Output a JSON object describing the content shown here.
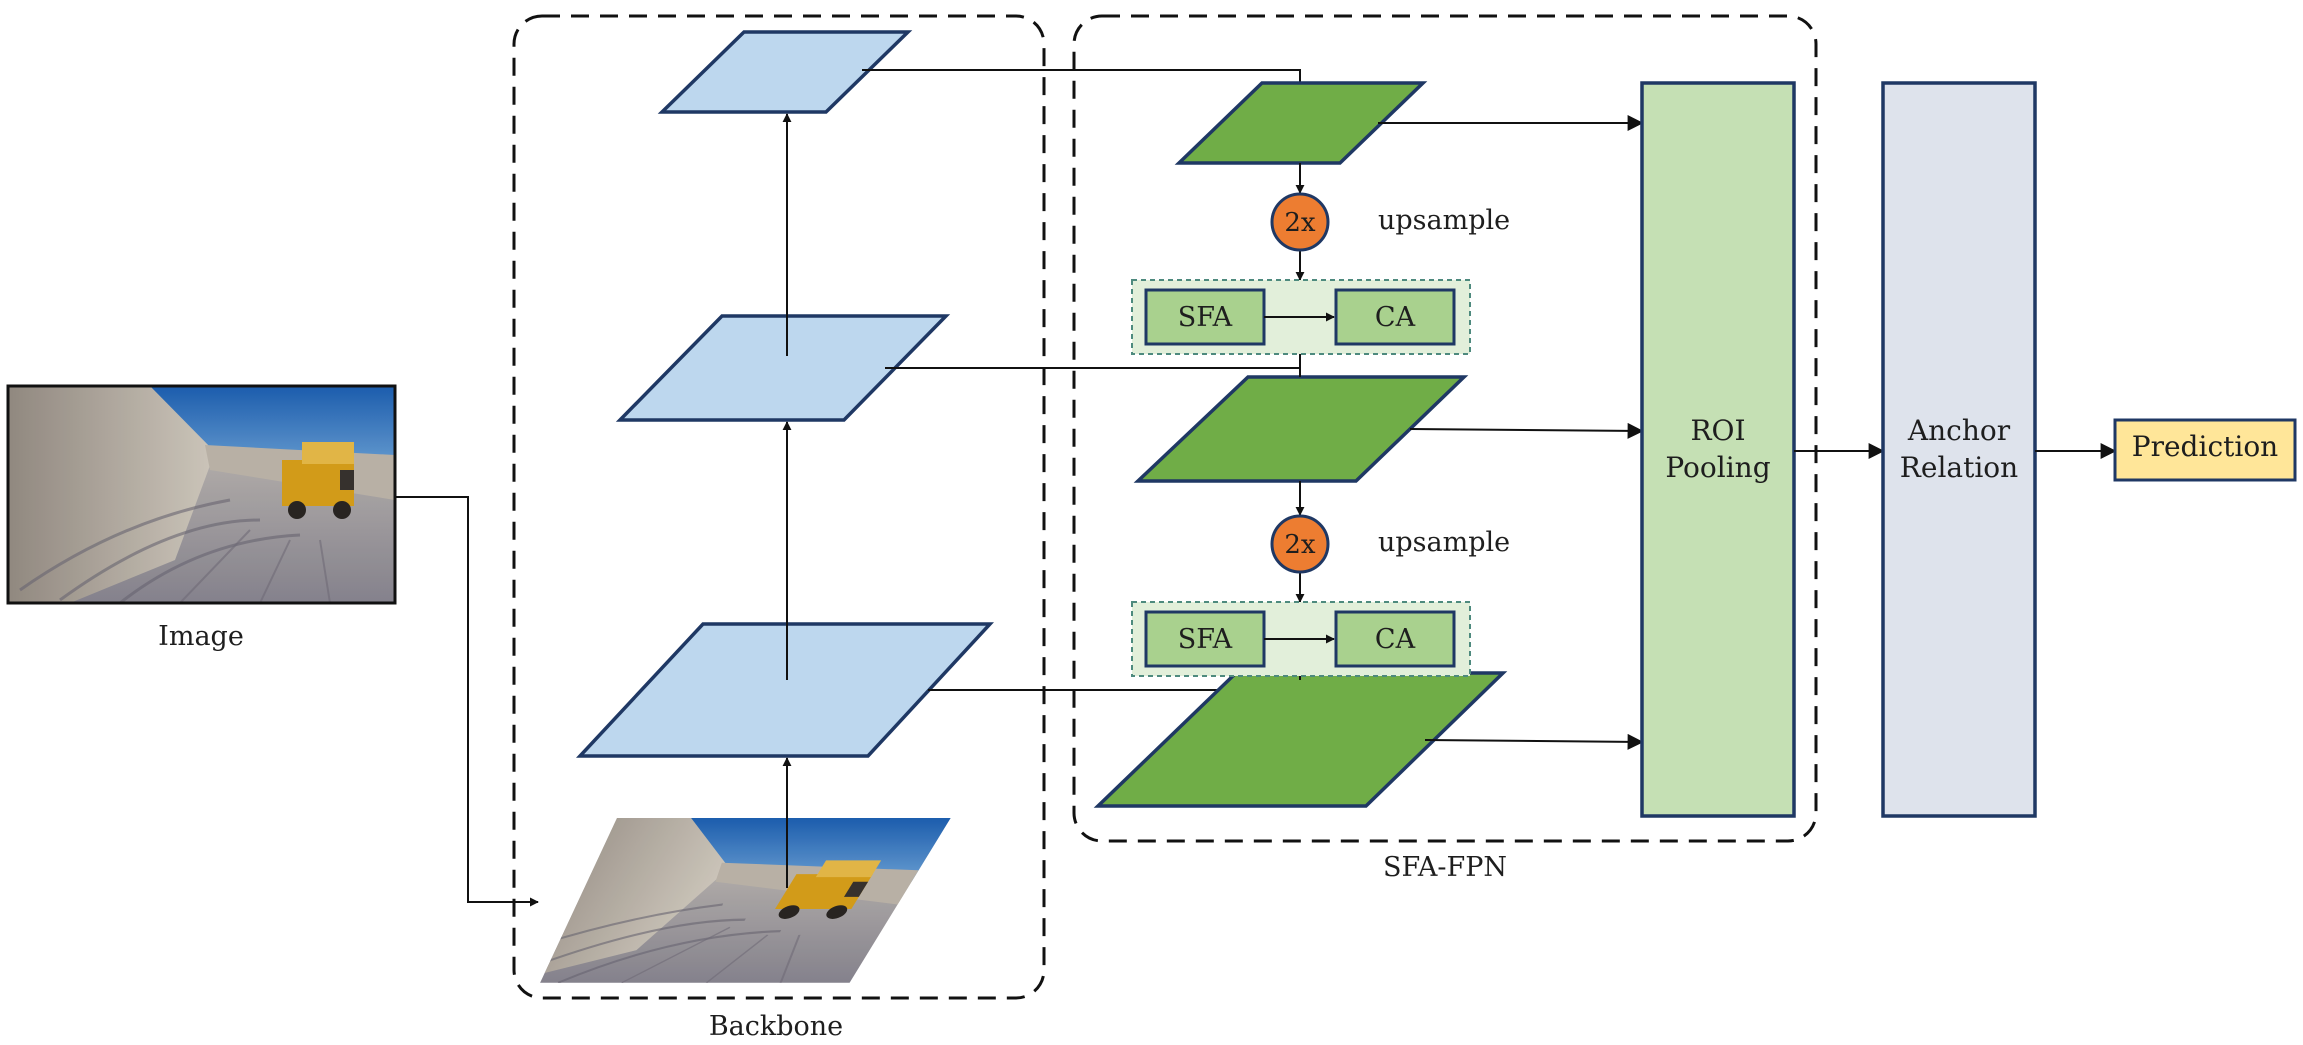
{
  "labels": {
    "image": "Image",
    "backbone": "Backbone",
    "sfa_fpn": "SFA-FPN",
    "upsample_factor": "2x",
    "upsample": "upsample",
    "sfa": "SFA",
    "ca": "CA",
    "roi_line1": "ROI",
    "roi_line2": "Pooling",
    "anchor_line1": "Anchor",
    "anchor_line2": "Relation",
    "prediction": "Prediction"
  },
  "colors": {
    "backbone_layer_fill": "#bdd7ee",
    "layer_stroke": "#1f3864",
    "fpn_layer_fill": "#70ad47",
    "module_fill": "#a9d18e",
    "module_group_fill": "#e2efda",
    "upsample_circle": "#ed7d31",
    "roi_fill": "#c5e0b4",
    "anchor_fill": "#dee3ec",
    "prediction_fill": "#ffe699",
    "photo_sky": "#2f79c8",
    "photo_ground": "#bcb6ae"
  }
}
